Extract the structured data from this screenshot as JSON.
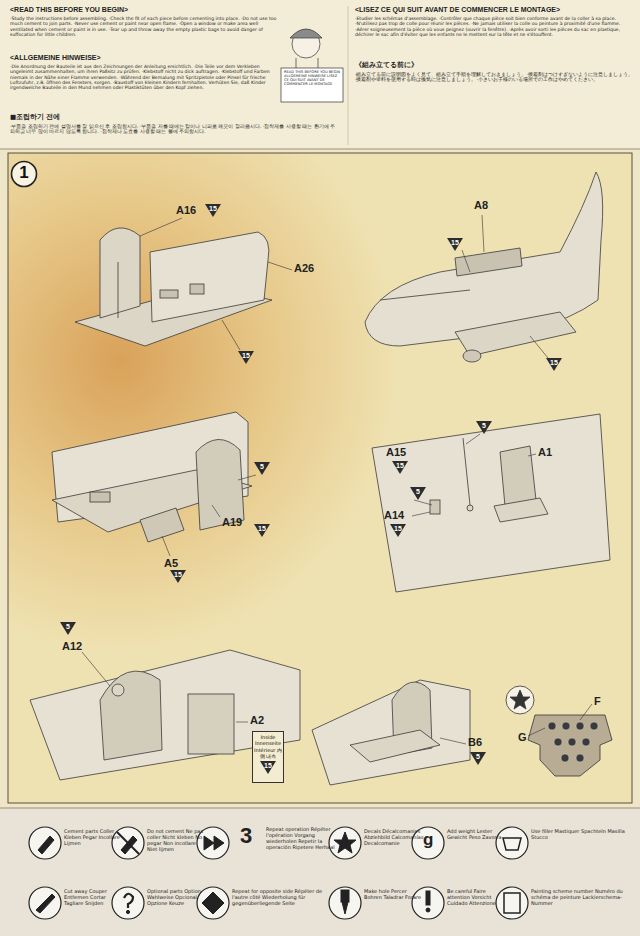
{
  "diagram": {
    "nodes": [
      {
        "text": [
          "1"
        ]
      },
      {
        "text": [
          "15"
        ]
      },
      {
        "text": [
          "15"
        ]
      },
      {
        "text": [
          "15"
        ]
      },
      {
        "text": [
          "15"
        ]
      },
      {
        "text": [
          "5"
        ]
      },
      {
        "text": [
          "15"
        ]
      },
      {
        "text": [
          "15"
        ]
      },
      {
        "text": [
          "5"
        ]
      },
      {
        "text": [
          "15"
        ]
      },
      {
        "text": [
          "5"
        ]
      },
      {
        "text": [
          "15"
        ]
      },
      {
        "text": [
          "5"
        ]
      },
      {
        "text": [
          "5"
        ]
      },
      {
        "text": [
          "Inside Innenseite Intérieur 内側 내측"
        ]
      },
      {
        "text": [
          "15"
        ],
        "in": 14
      }
    ],
    "labels": [
      "<READ THIS BEFORE YOU BEGIN>",
      "·Study the instructions before assembling. ·Check the fit of each piece before cementing into place. ·Do not use too much cement to join parts. ·Never use cement or paint near open flame. ·Open a window or make area well ventilated when cement or paint is in use. ·Tear up and throw away the empty plastic bags to avoid danger of suffocation for little children.",
      "<ALLGEMEINE HINWEISE>",
      "·Die Anordnung der Bauteile ist aus den Zeichnungen der Anleitung ersichtlich. ·Die Teile vor dem Verkleben ungeleimt zusammenhalten, um ihren Paßsitz zu prüfen. ·Klebstoff nicht zu dick auftragen. ·Klebstoff und Farben niemals in der Nähe einer Flamme verwenden. ·Während der Bemalung mit Spritzpistole oder Pinsel für frische Luftzufuhr, z.B. öffnen des Fensters, sorgen. ·Baustoff von kleinen Kindern fernhalten. Verhüten Sie, daß Kinder irgendwelche Bauteile in den Mund nehmen oder Plastiktüten über den Kopf ziehen.",
      "■조립하기 전에",
      "·부품을 조립하기 전에 설명서를 잘 읽으신 후 조립합시다. ·부품을 자를 때에는 칼이나 니퍼로 깨끗이 잘라줍시다. ·접착제를 사용할 때는 환기에 주의하고 너무 많이 바르지 않도록 합니다. ·접착제나 도료를 사용할 때는 불에 주의합시다.",
      "<LISEZ CE QUI SUIT AVANT DE COMMENCER LE MONTAGE>",
      "·Etudier les schémas d'assemblage. ·Contrôler que chaque pièce soit bien conforme avant de la coller à sa place. ·N'utilisez pas trop de colle pour réunir les pièces. ·Ne jamais utiliser la colle ou peinture à proximité d'une flamme. ·Aérer soigneusement la pièce où vous peignez (ouvrir la fenêtre). ·Après avoir sorti les pièces du sac en plastique, déchirer le sac afin d'éviter que les enfants ne le mettent sur la tête et ne s'étouffent.",
      "《組み立てる前に》",
      "·組み立てる前に説明図をよく見て、組み立て手順を理解しておきましょう。·接着剤はつけすぎないように注意しましょう。·接着剤や塗料を使用する時は換気に注意しましょう。·小さいお子様のいる場所での工作はやめてください。",
      "READ THIS BEFORE YOU BEGIN ALLGEMEINE HINWEISE LISEZ CE QUI SUIT AVANT DE COMMENCER LE MONTAGE",
      "A16",
      "A26",
      "A8",
      "A19",
      "A5",
      "A15",
      "A1",
      "A14",
      "A12",
      "A2",
      "B6",
      "F",
      "G",
      "3",
      "g"
    ],
    "legend": [
      {
        "text": "Cement parts Coller Kleben Pegar Incollare Lijmen"
      },
      {
        "text": "Do not cement Ne pas coller Nicht kleben No pegar Non incollare Niet lijmen"
      },
      {
        "text": "Repeat operation Répéter l'opération Vorgang wiederholen Repetir la operación Ripetere Herhaal"
      },
      {
        "text": "Decals Décalcomanies Abziehbild Calcomanías Decalcomanie"
      },
      {
        "text": "Add weight Lester Gewicht Peso Zavorra"
      },
      {
        "text": "Use filler Mastiquer Spachteln Masilla Stucco"
      },
      {
        "text": "Cut away Couper Entfernen Cortar Tagliare Snijden"
      },
      {
        "text": "Optional parts Option Wahlweise Opcional Opzione Keuze"
      },
      {
        "text": "Repeat for opposite side Répéter de l'autre côté Wiederholung für gegenüberliegende Seite"
      },
      {
        "text": "Make hole Percer Bohren Taladrar Forare"
      },
      {
        "text": "Be careful Faire attention Vorsicht Cuidado Attenzione"
      },
      {
        "text": "Painting scheme number Numéro du schéma de peinture Lackierschema-Nummer"
      }
    ]
  }
}
